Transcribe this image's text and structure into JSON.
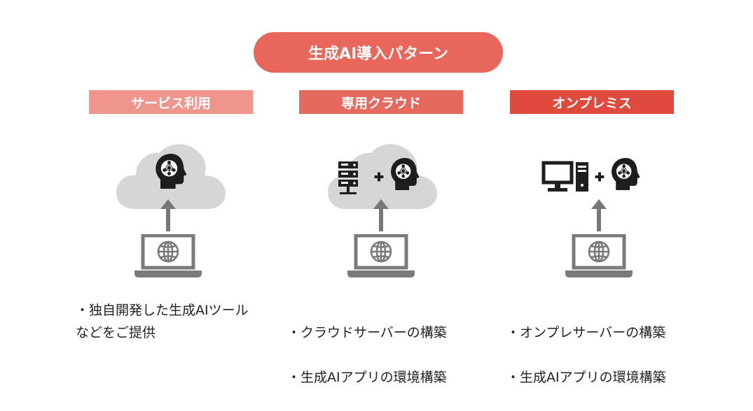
{
  "title": "生成AI導入パターン",
  "colors": {
    "title_pill": "#e8665a",
    "label_1": "#ef958b",
    "label_2": "#e6695d",
    "label_3": "#e04a3c",
    "cloud": "#d6d6d6",
    "icon_dark": "#1e1e1e",
    "arrow": "#777777",
    "laptop": "#7a7a7a"
  },
  "columns": [
    {
      "label": "サービス利用",
      "icons": [
        "cloud-icon",
        "ai-head-icon",
        "up-arrow-icon",
        "laptop-globe-icon"
      ],
      "description": "・独自開発した生成AIツール\nなどをご提供"
    },
    {
      "label": "専用クラウド",
      "icons": [
        "cloud-icon",
        "server-icon",
        "plus-icon",
        "ai-head-icon",
        "up-arrow-icon",
        "laptop-globe-icon"
      ],
      "bullets": [
        "・クラウドサーバーの構築",
        "・生成AIアプリの環境構築"
      ]
    },
    {
      "label": "オンプレミス",
      "icons": [
        "desktop-pc-icon",
        "plus-icon",
        "ai-head-icon",
        "up-arrow-icon",
        "laptop-globe-icon"
      ],
      "bullets": [
        "・オンプレサーバーの構築",
        "・生成AIアプリの環境構築"
      ]
    }
  ]
}
